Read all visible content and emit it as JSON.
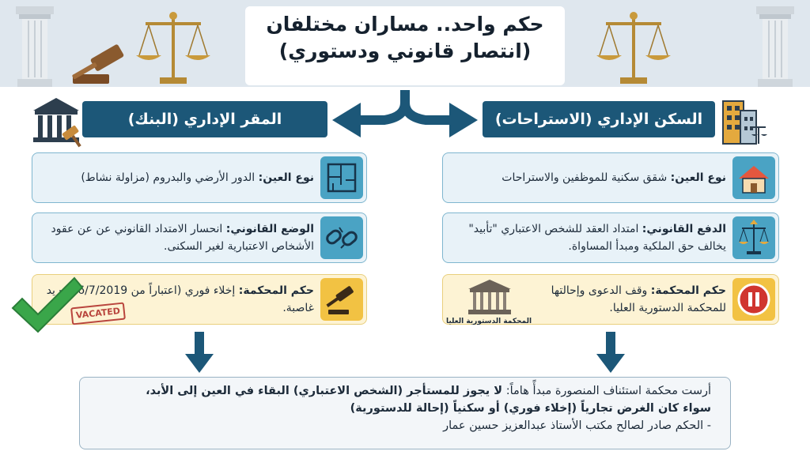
{
  "title": {
    "line1": "حكم واحد.. مساران مختلفان",
    "line2": "(انتصار قانوني ودستوري)"
  },
  "left_panel": {
    "header": "المقر الإداري (البنك)",
    "cards": [
      {
        "label": "نوع العين:",
        "text": "الدور الأرضي والبدروم (مزاولة نشاط)",
        "icon": "floorplan-icon"
      },
      {
        "label": "الوضع القانوني:",
        "text": "انحسار الامتداد القانوني عن عن عقود الأشخاص الاعتبارية لغير السكنى.",
        "icon": "broken-chain-icon"
      },
      {
        "label": "حكم المحكمة:",
        "text": "إخلاء فوري (اعتباراً من 16/7/2019) - يد غاصبة.",
        "icon": "gavel-icon"
      }
    ],
    "stamp": "VACATED"
  },
  "right_panel": {
    "header": "السكن الإداري (الاستراحات)",
    "cards": [
      {
        "label": "نوع العين:",
        "text": "شقق سكنية للموظفين والاستراحات",
        "icon": "house-icon"
      },
      {
        "label": "الدفع القانوني:",
        "text": "امتداد العقد للشخص الاعتباري \"تأبيد\" يخالف حق الملكية ومبدأ المساواة.",
        "icon": "scales-icon"
      },
      {
        "label": "حكم المحكمة:",
        "text": "وقف الدعوى وإحالتها للمحكمة الدستورية العليا.",
        "icon": "pause-icon"
      }
    ],
    "court_caption": "المحكمة الدستورية العليا"
  },
  "bottom": {
    "intro": "أرست محكمة استئناف المنصورة مبدأً هاماً:",
    "rule_bold": "لا يجوز للمستأجر (الشخص الاعتباري) البقاء في العين إلى الأبد،",
    "line2": "سواء كان الغرض تجارياً (إخلاء فوري) أو سكنياً (إحالة للدستورية)",
    "line3": "- الحكم صادر لصالح مكتب الأستاذ عبدالعزيز حسين عمار"
  },
  "colors": {
    "header_bar": "#1c5778",
    "info_card": "#e8f2f8",
    "warn_card": "#fdf3d4",
    "check": "#3aa64a",
    "pause": "#d0352f"
  }
}
